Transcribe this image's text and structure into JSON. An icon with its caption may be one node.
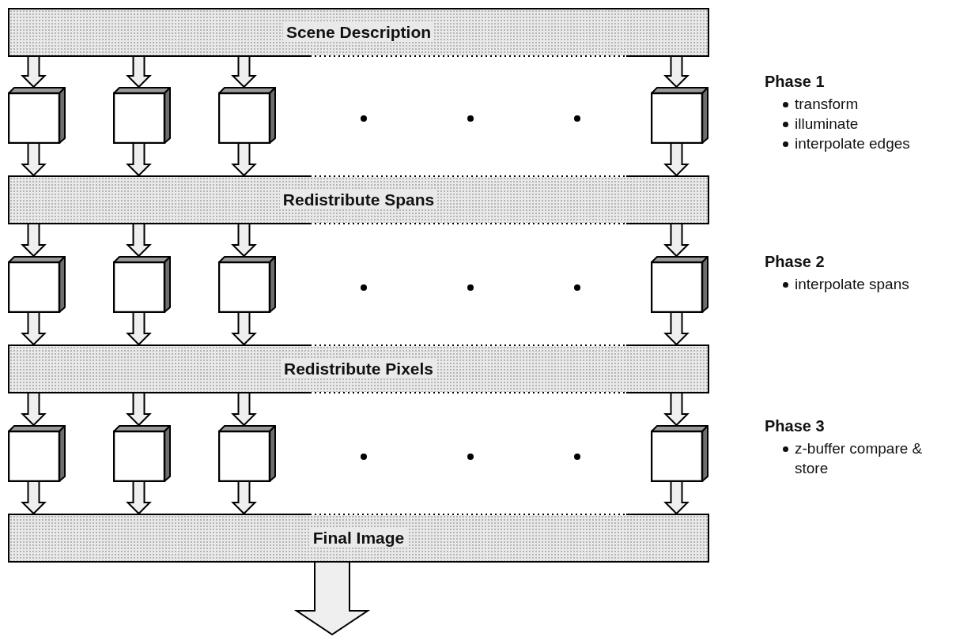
{
  "diagram": {
    "nodes": [
      {
        "text": [
          "Scene Description"
        ]
      },
      {
        "text": [],
        "shape": "box"
      },
      {
        "text": [],
        "shape": "box"
      },
      {
        "text": [],
        "shape": "box"
      },
      {
        "text": [],
        "shape": "box"
      },
      {
        "text": [
          "Redistribute Spans"
        ]
      },
      {
        "text": [],
        "shape": "box"
      },
      {
        "text": [],
        "shape": "box"
      },
      {
        "text": [],
        "shape": "box"
      },
      {
        "text": [],
        "shape": "box"
      },
      {
        "text": [
          "Redistribute Pixels"
        ]
      },
      {
        "text": [],
        "shape": "box"
      },
      {
        "text": [],
        "shape": "box"
      },
      {
        "text": [],
        "shape": "box"
      },
      {
        "text": [],
        "shape": "box"
      },
      {
        "text": [
          "Final Image"
        ]
      }
    ],
    "edges": [
      {
        "from": 0,
        "to": 1,
        "arrow": "to"
      },
      {
        "from": 0,
        "to": 2,
        "arrow": "to"
      },
      {
        "from": 0,
        "to": 3,
        "arrow": "to"
      },
      {
        "from": 0,
        "to": 4,
        "arrow": "to"
      },
      {
        "from": 1,
        "to": 5,
        "arrow": "to"
      },
      {
        "from": 2,
        "to": 5,
        "arrow": "to"
      },
      {
        "from": 3,
        "to": 5,
        "arrow": "to"
      },
      {
        "from": 4,
        "to": 5,
        "arrow": "to"
      },
      {
        "from": 5,
        "to": 6,
        "arrow": "to"
      },
      {
        "from": 5,
        "to": 7,
        "arrow": "to"
      },
      {
        "from": 5,
        "to": 8,
        "arrow": "to"
      },
      {
        "from": 5,
        "to": 9,
        "arrow": "to"
      },
      {
        "from": 6,
        "to": 10,
        "arrow": "to"
      },
      {
        "from": 7,
        "to": 10,
        "arrow": "to"
      },
      {
        "from": 8,
        "to": 10,
        "arrow": "to"
      },
      {
        "from": 9,
        "to": 10,
        "arrow": "to"
      },
      {
        "from": 10,
        "to": 11,
        "arrow": "to"
      },
      {
        "from": 10,
        "to": 12,
        "arrow": "to"
      },
      {
        "from": 10,
        "to": 13,
        "arrow": "to"
      },
      {
        "from": 10,
        "to": 14,
        "arrow": "to"
      },
      {
        "from": 11,
        "to": 15,
        "arrow": "to"
      },
      {
        "from": 12,
        "to": 15,
        "arrow": "to"
      },
      {
        "from": 13,
        "to": 15,
        "arrow": "to"
      },
      {
        "from": 14,
        "to": 15,
        "arrow": "to"
      },
      {
        "from": 15,
        "to": null,
        "arrow": "to"
      }
    ],
    "labels": [
      "Phase 1",
      "transform",
      "illuminate",
      "interpolate edges",
      "Phase 2",
      "interpolate spans",
      "Phase 3",
      "z-buffer compare & store"
    ]
  }
}
